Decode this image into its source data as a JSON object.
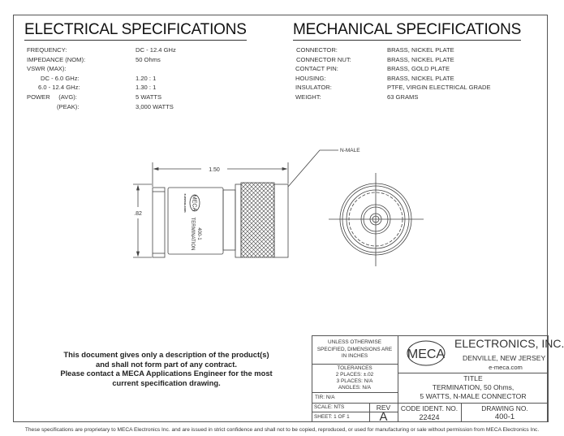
{
  "electrical": {
    "title": "ELECTRICAL SPECIFICATIONS",
    "rows": [
      {
        "label": "FREQUENCY:",
        "value": "DC - 12.4 GHz"
      },
      {
        "label": "IMPEDANCE (NOM):",
        "value": "50 Ohms"
      },
      {
        "label": "VSWR (MAX):",
        "value": ""
      },
      {
        "label": "DC - 6.0 GHz:",
        "value": "1.20 : 1"
      },
      {
        "label": "6.0 - 12.4 GHz:",
        "value": "1.30 : 1"
      },
      {
        "label": "POWER     (AVG):",
        "value": "5 WATTS"
      },
      {
        "label": "(PEAK):",
        "value": "3,000 WATTS"
      }
    ]
  },
  "mechanical": {
    "title": "MECHANICAL SPECIFICATIONS",
    "rows": [
      {
        "label": "CONNECTOR:",
        "value": "BRASS, NICKEL PLATE"
      },
      {
        "label": "CONNECTOR NUT:",
        "value": "BRASS, NICKEL PLATE"
      },
      {
        "label": "CONTACT PIN:",
        "value": "BRASS, GOLD PLATE"
      },
      {
        "label": "HOUSING:",
        "value": "BRASS, NICKEL PLATE"
      },
      {
        "label": "INSULATOR:",
        "value": "PTFE, VIRGIN ELECTRICAL GRADE"
      },
      {
        "label": "WEIGHT:",
        "value": "63 GRAMS"
      }
    ]
  },
  "drawing": {
    "length_dim": "1.50",
    "diameter_dim": ".82",
    "connector_callout": "N-MALE",
    "body_part": "400-1",
    "body_label": "TERMINATION",
    "body_url": "e-meca.com",
    "logo": "MECA"
  },
  "disclaimer": [
    "This document gives only a description of the product(s)",
    "and shall not form part of any contract.",
    "Please contact a MECA Applications Engineer for the most",
    "current specification drawing."
  ],
  "title_block": {
    "unless": [
      "UNLESS OTHERWISE",
      "SPECIFIED, DIMENSIONS ARE",
      "IN INCHES"
    ],
    "tolerances": [
      "TOLERANCES",
      "2 PLACES: ±.02",
      "3 PLACES: N/A",
      "ANGLES: N/A"
    ],
    "tir": "TIR: N/A",
    "scale": "SCALE: NTS",
    "sheet": "SHEET: 1 OF 1",
    "rev_label": "REV",
    "rev": "A",
    "logo": "MECA",
    "company": "ELECTRONICS, INC.",
    "location": "DENVILLE, NEW JERSEY",
    "website": "e-meca.com",
    "title_label": "TITLE",
    "title_lines": [
      "TERMINATION, 50 Ohms,",
      "5 WATTS, N-MALE CONNECTOR"
    ],
    "code_label": "CODE IDENT. NO.",
    "code": "22424",
    "drawing_label": "DRAWING NO.",
    "drawing_no": "400-1"
  },
  "footer": "These specifications are proprietary to MECA Electronics Inc. and are  issued in strict confidence and shall not to be copied, reproduced, or used for manufacturing or sale without permission from MECA Electronics Inc."
}
